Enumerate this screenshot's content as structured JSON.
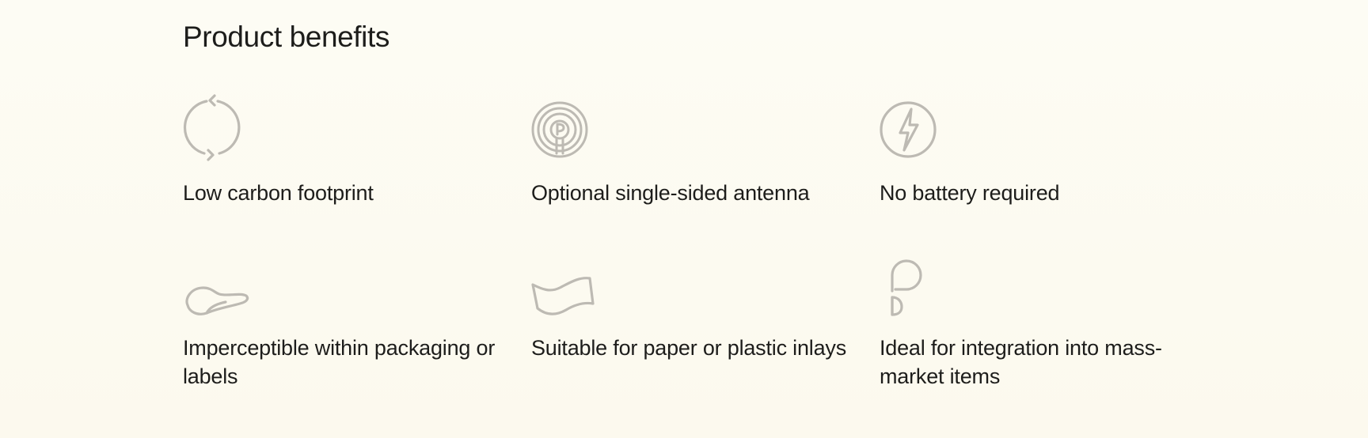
{
  "section": {
    "title": "Product benefits"
  },
  "benefits": [
    {
      "label": "Low carbon footprint",
      "icon": "recycle-arrows-icon"
    },
    {
      "label": "Optional single-sided antenna",
      "icon": "antenna-coil-icon"
    },
    {
      "label": "No battery required",
      "icon": "lightning-bolt-icon"
    },
    {
      "label": "Imperceptible within packaging or labels",
      "icon": "flexible-strip-icon"
    },
    {
      "label": "Suitable for paper or plastic inlays",
      "icon": "wavy-sheet-icon"
    },
    {
      "label": "Ideal for integration into mass-market items",
      "icon": "brand-p-logo-icon"
    }
  ],
  "colors": {
    "background": "#fdfcf4",
    "text": "#1d1d1b",
    "icon_stroke": "#bdbab3"
  }
}
